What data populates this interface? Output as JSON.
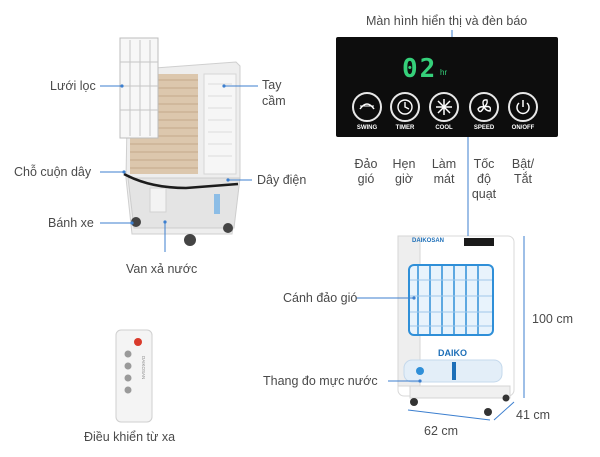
{
  "labels": {
    "display_panel": "Màn hình hiển thị và đèn báo",
    "filter": "Lưới lọc",
    "handle_1": "Tay",
    "handle_2": "cầm",
    "cord_holder": "Chỗ cuộn dây",
    "power_cord": "Dây điện",
    "wheels": "Bánh xe",
    "drain_valve": "Van xả nước",
    "swing_blades": "Cánh đảo gió",
    "water_gauge": "Thang đo mực nước",
    "remote": "Điều khiển từ xa"
  },
  "panel": {
    "display_value": "02",
    "display_unit": "hr",
    "buttons": [
      {
        "key": "swing",
        "text": "SWING",
        "label_1": "Đảo",
        "label_2": "gió"
      },
      {
        "key": "timer",
        "text": "TIMER",
        "label_1": "Hẹn",
        "label_2": "giờ"
      },
      {
        "key": "cool",
        "text": "COOL",
        "label_1": "Làm",
        "label_2": "mát"
      },
      {
        "key": "speed",
        "text": "SPEED",
        "label_1": "Tốc",
        "label_2": "độ",
        "label_3": "quạt"
      },
      {
        "key": "power",
        "text": "ON/OFF",
        "label_1": "Bật/",
        "label_2": "Tắt"
      }
    ]
  },
  "product": {
    "brand_top": "DAIKOSAN",
    "brand_front": "DAIKO"
  },
  "dimensions": {
    "height": "100 cm",
    "width": "62 cm",
    "depth": "41 cm"
  },
  "colors": {
    "panel_bg": "#0d0d0d",
    "display_green": "#35d07a",
    "accent_blue": "#2f8fd8",
    "leader_blue": "#3c7fcf"
  }
}
